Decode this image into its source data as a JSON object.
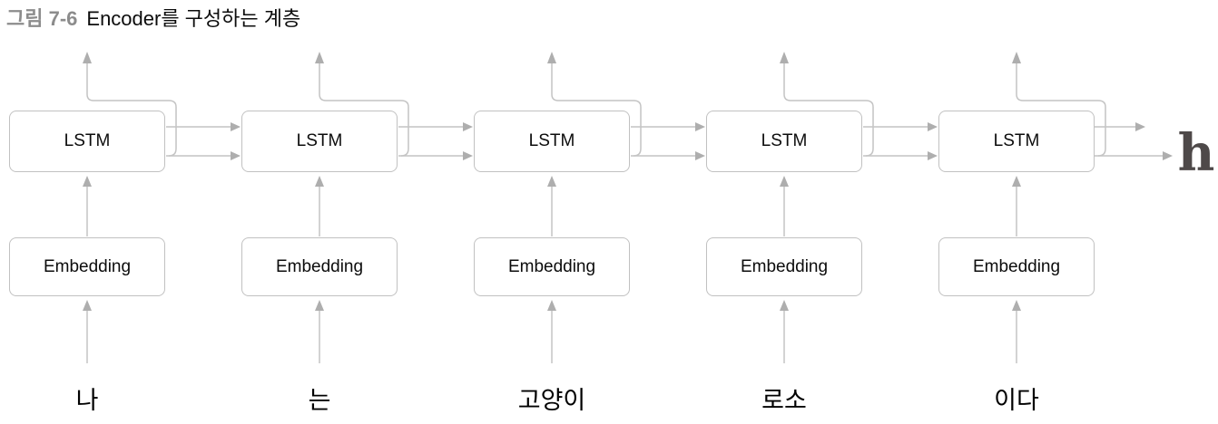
{
  "figure": {
    "number": "그림 7-6",
    "caption": "Encoder를 구성하는 계층"
  },
  "diagram": {
    "columns": [
      {
        "word": "나",
        "lstm": "LSTM",
        "embedding": "Embedding"
      },
      {
        "word": "는",
        "lstm": "LSTM",
        "embedding": "Embedding"
      },
      {
        "word": "고양이",
        "lstm": "LSTM",
        "embedding": "Embedding"
      },
      {
        "word": "로소",
        "lstm": "LSTM",
        "embedding": "Embedding"
      },
      {
        "word": "이다",
        "lstm": "LSTM",
        "embedding": "Embedding"
      }
    ],
    "output_label": "h",
    "colors": {
      "line": "#c4c4c4",
      "arrowhead": "#aeaeae",
      "box_border": "#c1c1c1",
      "title_number": "#8c8c8c",
      "text": "#0c0c0c",
      "output_label": "#4e4949"
    }
  }
}
